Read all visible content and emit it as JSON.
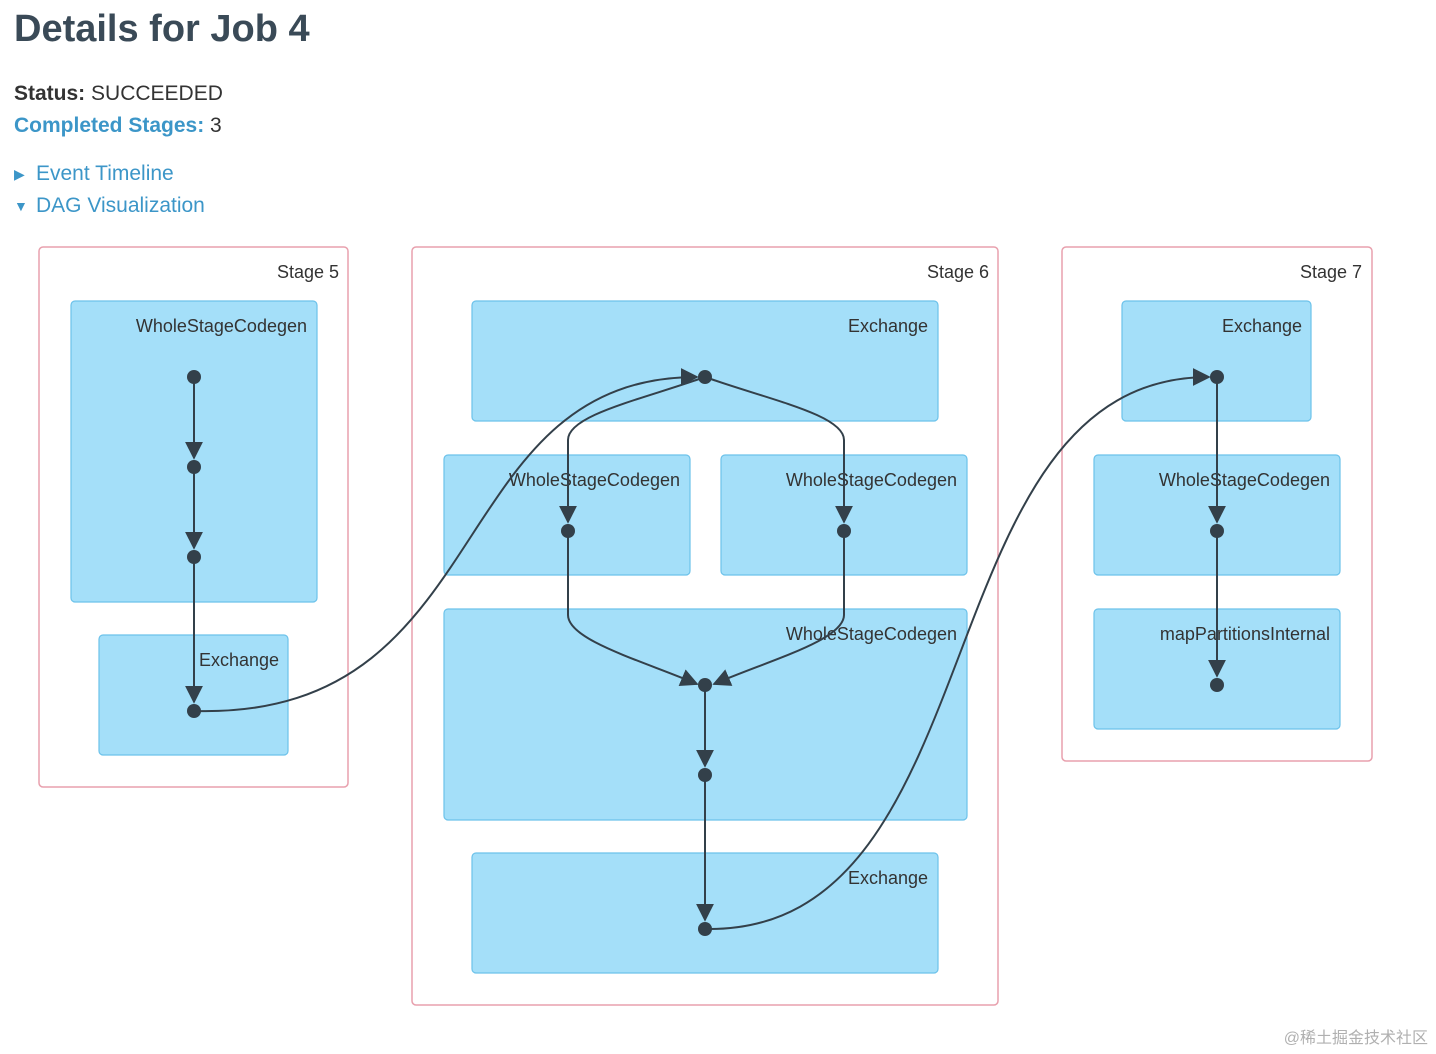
{
  "header": {
    "title": "Details for Job 4",
    "status_label": "Status:",
    "status_value": "SUCCEEDED",
    "stages_label": "Completed Stages:",
    "stages_value": "3"
  },
  "toggles": {
    "event_timeline": "Event Timeline",
    "dag_visualization": "DAG Visualization"
  },
  "colors": {
    "stage_border": "#e8a0ad",
    "node_fill": "#a4dff9",
    "node_border": "#6cc2ea",
    "edge": "#33404a",
    "link": "#3c96c8"
  },
  "dag": {
    "stages": [
      {
        "label": "Stage 5",
        "nodes": [
          {
            "label": "WholeStageCodegen"
          },
          {
            "label": "Exchange"
          }
        ]
      },
      {
        "label": "Stage 6",
        "nodes": [
          {
            "label": "Exchange"
          },
          {
            "label": "WholeStageCodegen"
          },
          {
            "label": "WholeStageCodegen"
          },
          {
            "label": "WholeStageCodegen"
          },
          {
            "label": "Exchange"
          }
        ]
      },
      {
        "label": "Stage 7",
        "nodes": [
          {
            "label": "Exchange"
          },
          {
            "label": "WholeStageCodegen"
          },
          {
            "label": "mapPartitionsInternal"
          }
        ]
      }
    ]
  },
  "watermark": "@稀土掘金技术社区"
}
